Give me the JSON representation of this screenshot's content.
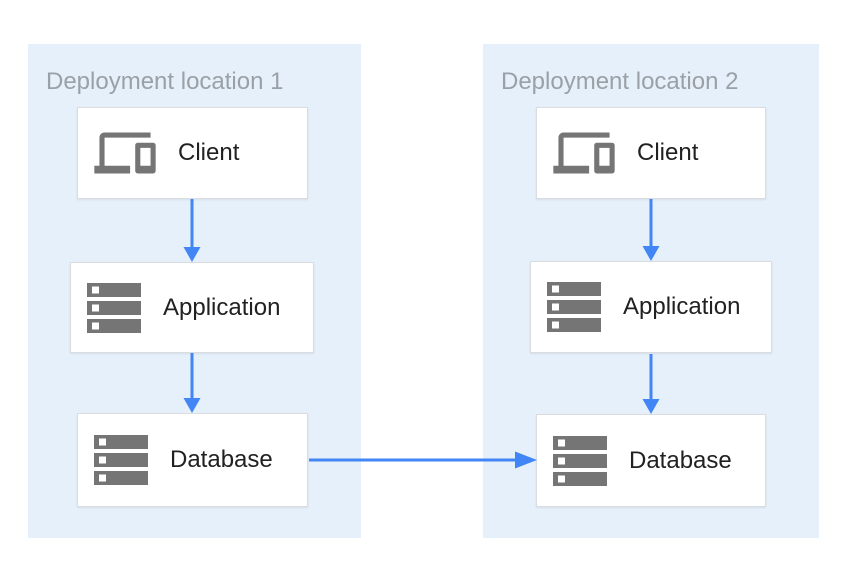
{
  "diagram": {
    "zones": [
      {
        "title": "Deployment location 1",
        "nodes": [
          {
            "label": "Client",
            "icon": "devices-icon"
          },
          {
            "label": "Application",
            "icon": "server-stack-icon"
          },
          {
            "label": "Database",
            "icon": "server-stack-icon"
          }
        ]
      },
      {
        "title": "Deployment location 2",
        "nodes": [
          {
            "label": "Client",
            "icon": "devices-icon"
          },
          {
            "label": "Application",
            "icon": "server-stack-icon"
          },
          {
            "label": "Database",
            "icon": "server-stack-icon"
          }
        ]
      }
    ],
    "connections": [
      {
        "from": "location-1-client",
        "to": "location-1-application",
        "direction": "down"
      },
      {
        "from": "location-1-application",
        "to": "location-1-database",
        "direction": "down"
      },
      {
        "from": "location-2-client",
        "to": "location-2-application",
        "direction": "down"
      },
      {
        "from": "location-2-application",
        "to": "location-2-database",
        "direction": "down"
      },
      {
        "from": "location-1-database",
        "to": "location-2-database",
        "direction": "right"
      }
    ],
    "colors": {
      "arrow": "#4285F4",
      "zone_background": "#E5F0FA",
      "node_background": "#FFFFFF",
      "node_border": "#DADCE0",
      "icon": "#757575",
      "icon_detail": "#FFFFFF",
      "title_text": "#9AA0A6",
      "label_text": "#212121"
    }
  }
}
